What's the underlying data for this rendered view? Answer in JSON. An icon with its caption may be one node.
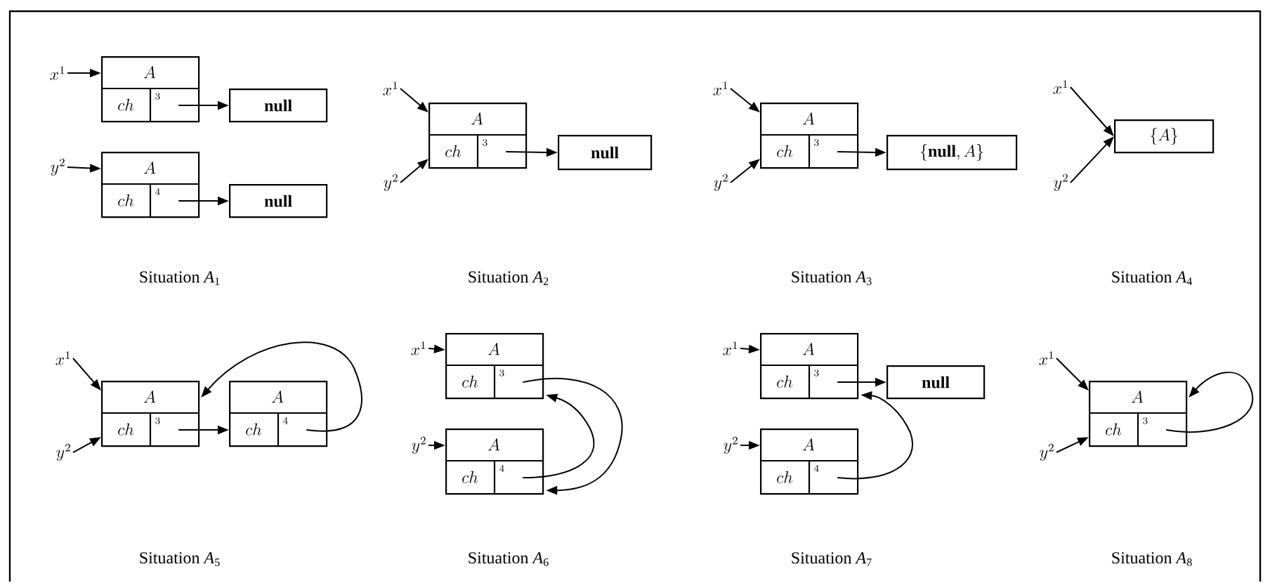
{
  "diagram": {
    "nodes": [
      {
        "text": [
          "x^{1}"
        ]
      },
      {
        "text": [
          "A",
          "ch",
          "3"
        ]
      },
      {
        "text": [
          "\\mathbf{null}"
        ]
      },
      {
        "text": [
          "y^{2}"
        ]
      },
      {
        "text": [
          "A",
          "ch",
          "4"
        ]
      },
      {
        "text": [
          "\\mathbf{null}"
        ]
      },
      {
        "text": [
          "x^{1}"
        ]
      },
      {
        "text": [
          "A",
          "ch",
          "3"
        ]
      },
      {
        "text": [
          "\\mathbf{null}"
        ]
      },
      {
        "text": [
          "y^{2}"
        ]
      },
      {
        "text": [
          "x^{1}"
        ]
      },
      {
        "text": [
          "A",
          "ch",
          "3"
        ]
      },
      {
        "text": [
          "\\{\\mathbf{null}, A\\}"
        ]
      },
      {
        "text": [
          "y^{2}"
        ]
      },
      {
        "text": [
          "x^{1}"
        ]
      },
      {
        "text": [
          "\\{A\\}"
        ]
      },
      {
        "text": [
          "y^{2}"
        ]
      },
      {
        "text": [
          "x^{1}"
        ]
      },
      {
        "text": [
          "A",
          "ch",
          "3"
        ]
      },
      {
        "text": [
          "A",
          "ch",
          "4"
        ]
      },
      {
        "text": [
          "y^{2}"
        ]
      },
      {
        "text": [
          "x^{1}"
        ]
      },
      {
        "text": [
          "A",
          "ch",
          "3"
        ]
      },
      {
        "text": [
          "y^{2}"
        ]
      },
      {
        "text": [
          "A",
          "ch",
          "4"
        ]
      },
      {
        "text": [
          "x^{1}"
        ]
      },
      {
        "text": [
          "A",
          "ch",
          "3"
        ]
      },
      {
        "text": [
          "\\mathbf{null}"
        ]
      },
      {
        "text": [
          "y^{2}"
        ]
      },
      {
        "text": [
          "A",
          "ch",
          "4"
        ]
      },
      {
        "text": [
          "x^{1}"
        ]
      },
      {
        "text": [
          "A",
          "ch",
          "3"
        ]
      },
      {
        "text": [
          "y^{2}"
        ]
      }
    ],
    "edges": [
      {
        "from": 0,
        "to": 1,
        "arrow": "to"
      },
      {
        "from": 1,
        "to": 2,
        "arrow": "to"
      },
      {
        "from": 3,
        "to": 4,
        "arrow": "to"
      },
      {
        "from": 4,
        "to": 5,
        "arrow": "to"
      },
      {
        "from": 6,
        "to": 7,
        "arrow": "to"
      },
      {
        "from": 9,
        "to": 7,
        "arrow": "to"
      },
      {
        "from": 7,
        "to": 8,
        "arrow": "to"
      },
      {
        "from": 10,
        "to": 11,
        "arrow": "to"
      },
      {
        "from": 13,
        "to": 11,
        "arrow": "to"
      },
      {
        "from": 11,
        "to": 12,
        "arrow": "to"
      },
      {
        "from": 14,
        "to": 15,
        "arrow": "to"
      },
      {
        "from": 16,
        "to": 15,
        "arrow": "to"
      },
      {
        "from": 17,
        "to": 18,
        "arrow": "to"
      },
      {
        "from": 20,
        "to": 18,
        "arrow": "to"
      },
      {
        "from": 18,
        "to": 19,
        "arrow": "to"
      },
      {
        "from": 19,
        "to": 18,
        "arrow": "to"
      },
      {
        "from": 21,
        "to": 22,
        "arrow": "to"
      },
      {
        "from": 23,
        "to": 24,
        "arrow": "to"
      },
      {
        "from": 22,
        "to": 24,
        "arrow": "to"
      },
      {
        "from": 24,
        "to": 22,
        "arrow": "to"
      },
      {
        "from": 25,
        "to": 26,
        "arrow": "to"
      },
      {
        "from": 26,
        "to": 27,
        "arrow": "to"
      },
      {
        "from": 28,
        "to": 29,
        "arrow": "to"
      },
      {
        "from": 29,
        "to": 26,
        "arrow": "to"
      },
      {
        "from": 30,
        "to": 31,
        "arrow": "to"
      },
      {
        "from": 32,
        "to": 31,
        "arrow": "to"
      },
      {
        "from": 31,
        "to": 31,
        "arrow": "to"
      }
    ],
    "labels": [
      "Situation *A*$_{1}$",
      "Situation *A*$_{2}$",
      "Situation *A*$_{3}$",
      "Situation *A*$_{4}$",
      "Situation *A*$_{5}$",
      "Situation *A*$_{6}$",
      "Situation *A*$_{7}$",
      "Situation *A*$_{8}$"
    ]
  }
}
